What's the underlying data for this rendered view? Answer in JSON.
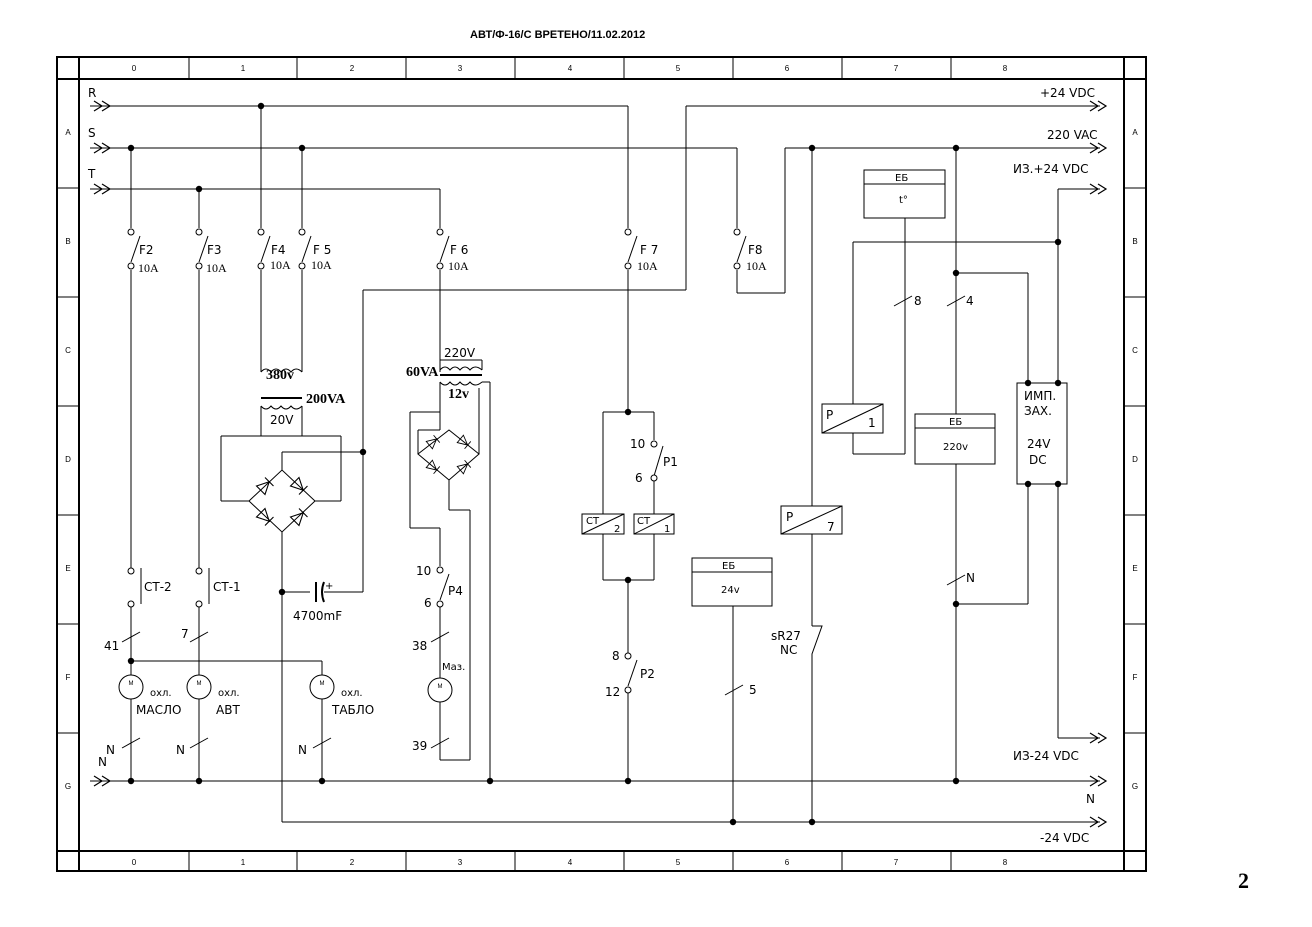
{
  "title": "АВТ/Ф-16/С ВРЕТЕНО/11.02.2012",
  "page_number": "2",
  "columns": [
    "0",
    "1",
    "2",
    "3",
    "4",
    "5",
    "6",
    "7",
    "8"
  ],
  "rows": [
    "A",
    "B",
    "C",
    "D",
    "E",
    "F",
    "G"
  ],
  "buses": {
    "r": "R",
    "s": "S",
    "t": "T",
    "n_left": "N",
    "plus24": "+24  VDC",
    "ac220": "220  VAC",
    "iz_plus24": "ИЗ.+24  VDC",
    "iz_minus24": "ИЗ-24  VDC",
    "n_right": "N",
    "minus24": "-24  VDC"
  },
  "fuses": {
    "f2": "F2",
    "f3": "F3",
    "f4": "F4",
    "f5": "F 5",
    "f6": "F 6",
    "f7": "F 7",
    "f8": "F8",
    "rating": "10A"
  },
  "transformers": {
    "t1_primary": "380v",
    "t1_power": "200VA",
    "t1_secondary": "20V",
    "t2_primary": "220V",
    "t2_power": "60VA",
    "t2_secondary": "12v"
  },
  "capacitor": {
    "plus": "+",
    "value": "4700mF"
  },
  "contactors": {
    "st2": "СТ-2",
    "st1": "СТ-1"
  },
  "wires": {
    "w41": "41",
    "w7": "7",
    "w38": "38",
    "w39": "39",
    "w8": "8",
    "w4": "4",
    "w5": "5",
    "n": "N"
  },
  "motors": {
    "m1_a": "охл.",
    "m1_b": "МАСЛО",
    "m2_a": "охл.",
    "m2_b": "АВТ",
    "m3_a": "охл.",
    "m3_b": "ТАБЛО",
    "m4": "Маз.",
    "symbol": "M"
  },
  "relays": {
    "p1": "P1",
    "p2": "P2",
    "p4": "P4",
    "p1_c10": "10",
    "p1_c6": "6",
    "p4_c10": "10",
    "p4_c6": "6",
    "p2_c8": "8",
    "p2_c12": "12",
    "st_small": "СТ",
    "st_n2": "2",
    "st_n1": "1",
    "relay_p": "P",
    "relay_p1_num": "1",
    "relay_p7_num": "7"
  },
  "boxes": {
    "eb": "ЕБ",
    "t_sensor": "t°",
    "eb220": "220v",
    "eb24": "24v",
    "imp_1": "ИМП.",
    "imp_2": "ЗАХ.",
    "imp_3": "24V",
    "imp_4": "DC"
  },
  "switch": {
    "sr27_a": "sR27",
    "sr27_b": "NC"
  }
}
